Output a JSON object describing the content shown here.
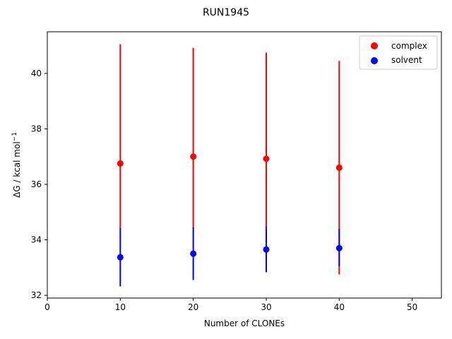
{
  "chart_data": {
    "type": "scatter",
    "title": "RUN1945",
    "xlabel": "Number of CLONEs",
    "ylabel": "ΔG / kcal mol",
    "ylabel_superscript": "−1",
    "xlim": [
      0,
      54
    ],
    "ylim": [
      31.9,
      41.5
    ],
    "xticks": [
      0,
      10,
      20,
      30,
      40,
      50
    ],
    "yticks": [
      32,
      34,
      36,
      38,
      40
    ],
    "grid": false,
    "legend_position": "top-right",
    "series": [
      {
        "name": "complex",
        "color": "#ff0000",
        "x": [
          10,
          20,
          30,
          40
        ],
        "y": [
          36.75,
          37.0,
          36.92,
          36.6
        ],
        "err_low": [
          34.4,
          34.4,
          34.4,
          32.75
        ],
        "err_high": [
          41.05,
          40.92,
          40.75,
          40.45
        ]
      },
      {
        "name": "solvent",
        "color": "#0000ff",
        "x": [
          10,
          20,
          30,
          40
        ],
        "y": [
          33.37,
          33.5,
          33.65,
          33.7
        ],
        "err_low": [
          32.32,
          32.55,
          32.83,
          33.05
        ],
        "err_high": [
          34.42,
          34.45,
          34.47,
          34.4
        ]
      }
    ]
  }
}
